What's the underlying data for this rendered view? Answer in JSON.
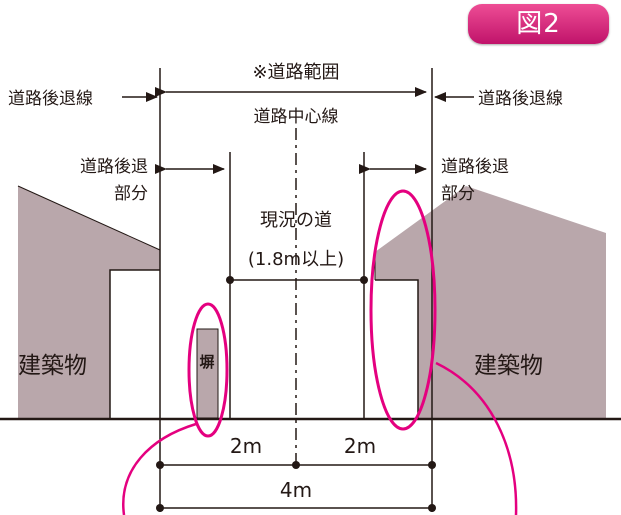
{
  "figure_label": "図2",
  "labels": {
    "road_range": "※道路範囲",
    "setback_line_left": "道路後退線",
    "setback_line_right": "道路後退線",
    "road_center_line": "道路中心線",
    "setback_part_left_1": "道路後退",
    "setback_part_left_2": "部分",
    "setback_part_right_1": "道路後退",
    "setback_part_right_2": "部分",
    "current_road": "現況の道",
    "current_road_width": "(1.8m以上)",
    "building_left": "建築物",
    "building_right": "建築物",
    "fence": "塀",
    "dim_left": "2m",
    "dim_right": "2m",
    "dim_total": "4m"
  },
  "colors": {
    "building_fill": "#b9a7ab",
    "line": "#231815",
    "highlight": "#e4007f",
    "badge_top": "#ee4d95",
    "badge_bottom": "#c0136a"
  }
}
